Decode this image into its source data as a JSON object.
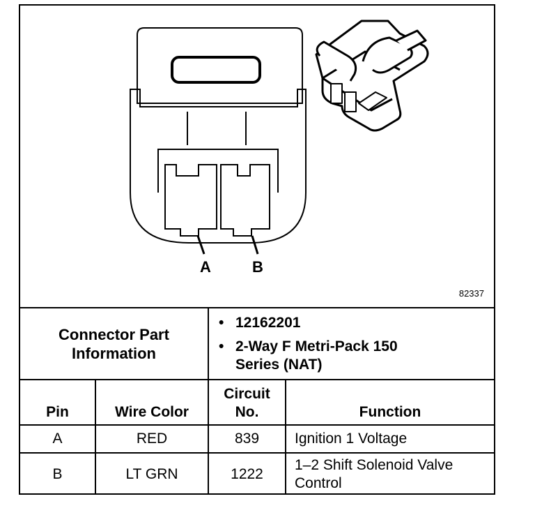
{
  "figure": {
    "id": "82337",
    "pins": [
      "A",
      "B"
    ]
  },
  "connector": {
    "header": "Connector Part Information",
    "details": [
      "12162201",
      "2-Way F Metri-Pack 150 Series (NAT)"
    ]
  },
  "table": {
    "columns": [
      "Pin",
      "Wire Color",
      "Circuit No.",
      "Function"
    ],
    "rows": [
      {
        "pin": "A",
        "wire_color": "RED",
        "circuit": "839",
        "function": "Ignition 1 Voltage"
      },
      {
        "pin": "B",
        "wire_color": "LT GRN",
        "circuit": "1222",
        "function": "1–2 Shift Solenoid Valve Control"
      }
    ]
  }
}
